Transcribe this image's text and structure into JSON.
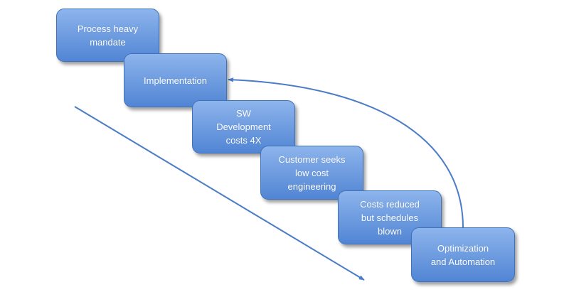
{
  "diagram": {
    "steps": [
      {
        "label": "Process heavy\nmandate"
      },
      {
        "label": "Implementation"
      },
      {
        "label": "SW\nDevelopment\ncosts 4X"
      },
      {
        "label": "Customer seeks\nlow cost\nengineering"
      },
      {
        "label": "Costs reduced\nbut schedules\nblown"
      },
      {
        "label": "Optimization\nand Automation"
      }
    ],
    "colors": {
      "box_fill_top": "#8db4ec",
      "box_fill_bottom": "#5185d4",
      "box_border": "#3f72b8",
      "box_text": "#ffffff",
      "connector": "#4a7cc7"
    }
  }
}
